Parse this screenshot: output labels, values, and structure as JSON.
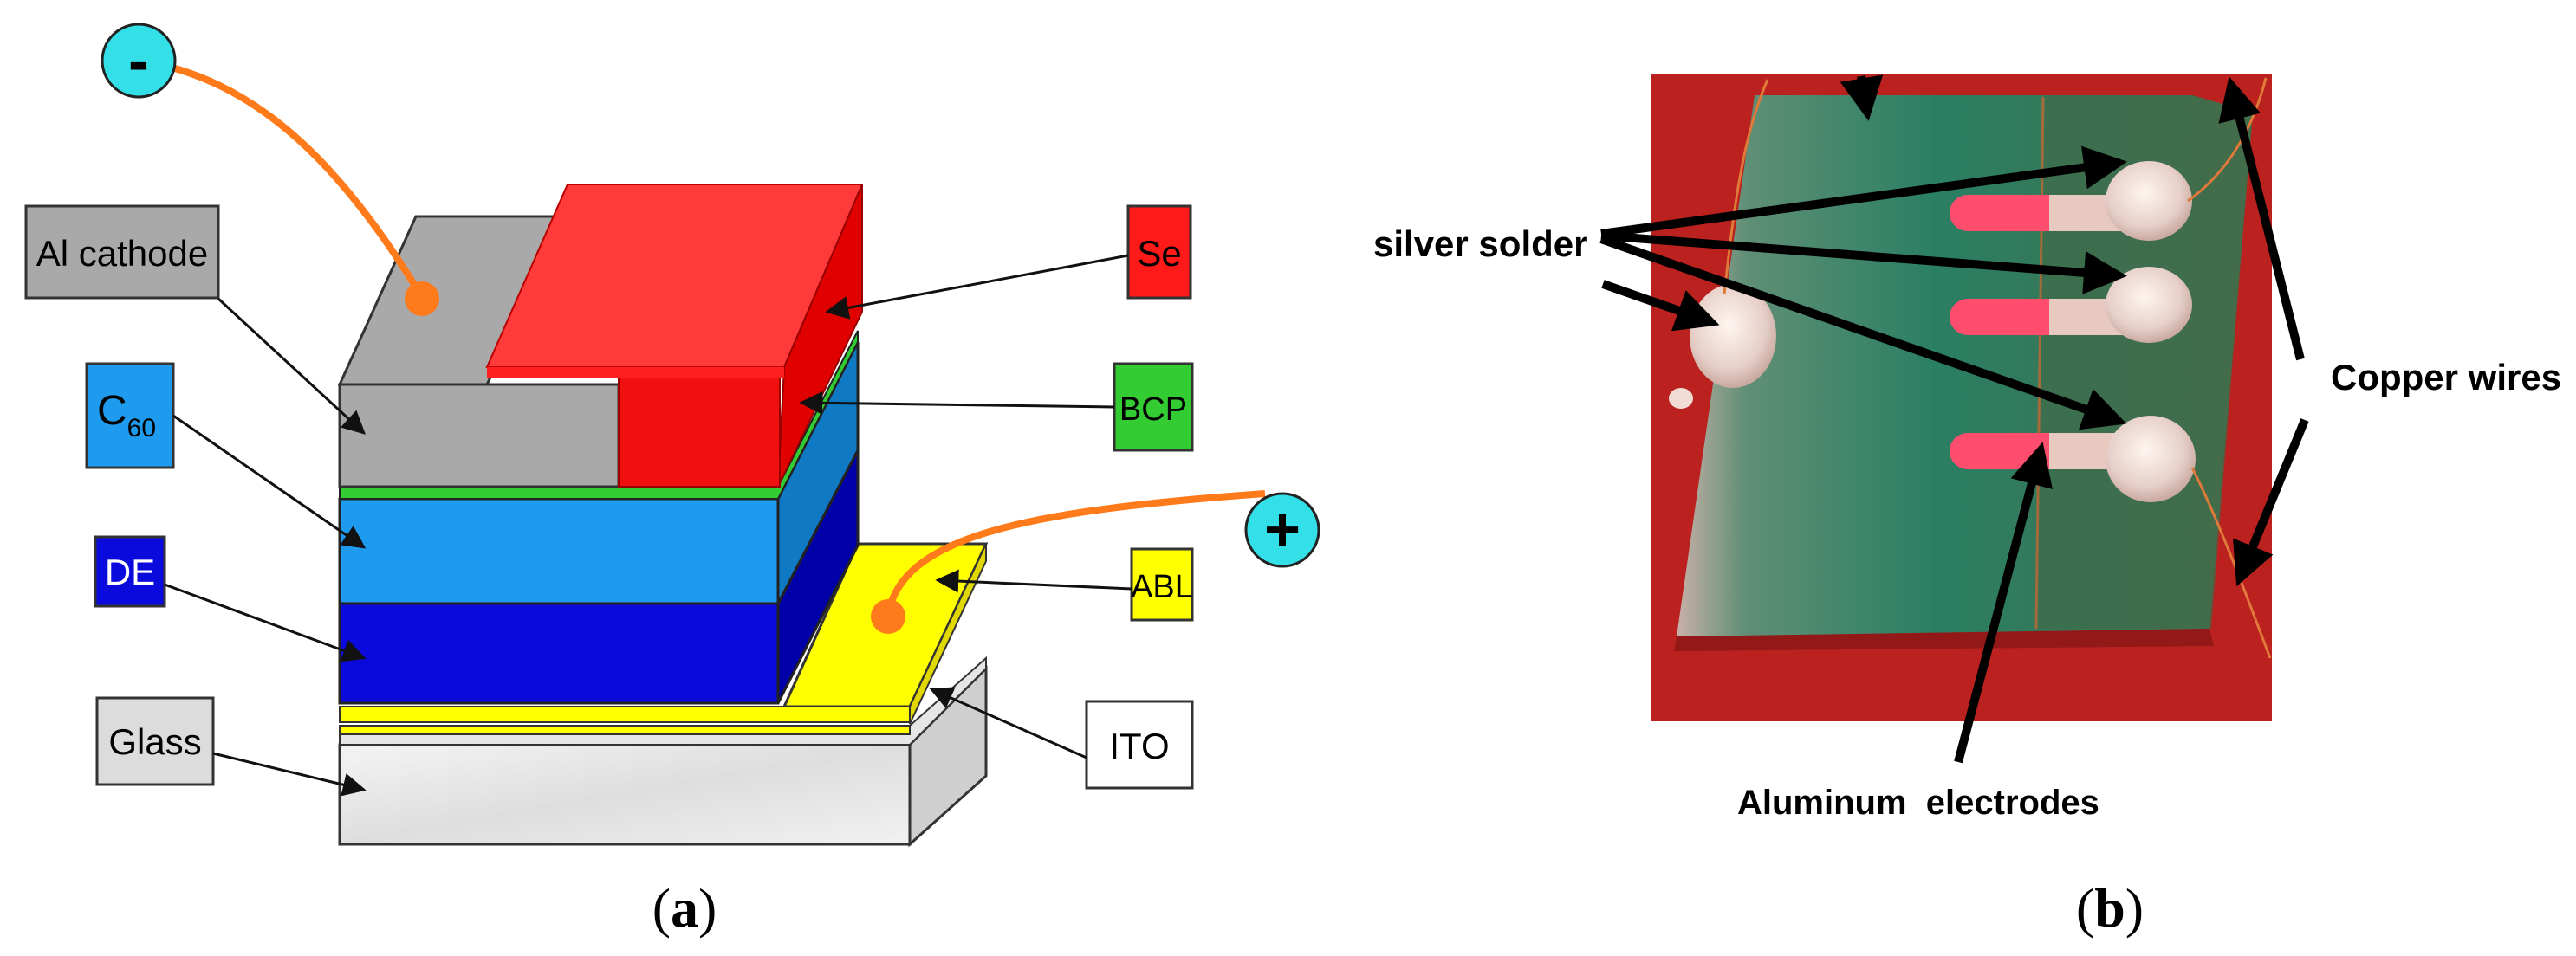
{
  "panel_a": {
    "caption": {
      "open": "(",
      "letter": "a",
      "close": ")"
    },
    "terminals": {
      "negative": "-",
      "positive": "+"
    },
    "labels": {
      "al_cathode": "Al cathode",
      "c60_base": "C",
      "c60_sub": "60",
      "de": "DE",
      "glass": "Glass",
      "se": "Se",
      "bcp": "BCP",
      "abl": "ABL",
      "ito": "ITO"
    },
    "colors": {
      "al": "#a9a9a9",
      "se": "#ff1a1a",
      "bcp": "#33cc33",
      "c60": "#1e9bef",
      "de": "#0a0adc",
      "abl": "#ffff00",
      "glass": "#ececec",
      "wire": "#ff7a1a",
      "terminal": "#33e0e8"
    }
  },
  "panel_b": {
    "caption": {
      "open": "(",
      "letter": "b",
      "close": ")"
    },
    "labels": {
      "silver_solder": "silver solder",
      "copper_wires": "Copper wires",
      "aluminum_electrodes": "Aluminum  electrodes"
    },
    "colors": {
      "background": "#b51d1d",
      "glass": "#2f7a5c",
      "electrode": "#ff4d6d",
      "solder": "#e8d2cc"
    }
  }
}
